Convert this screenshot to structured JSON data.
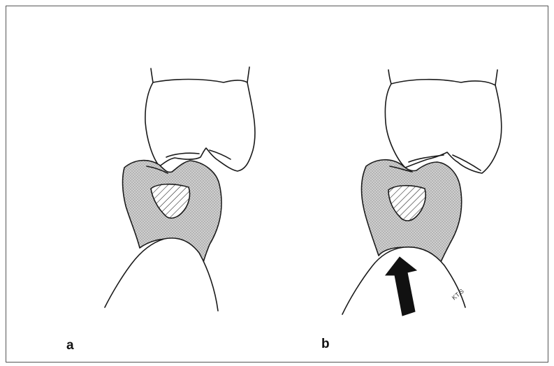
{
  "figure": {
    "panels": [
      {
        "id": "a",
        "label": "a",
        "state": "relaxed"
      },
      {
        "id": "b",
        "label": "b",
        "state": "pressure applied (arrow)"
      }
    ],
    "artist_initials": "KT.S",
    "colors": {
      "line": "#1a1a1a",
      "frame": "#555555",
      "stipple_fill": "#c9c9c9",
      "arrow": "#111111"
    }
  }
}
